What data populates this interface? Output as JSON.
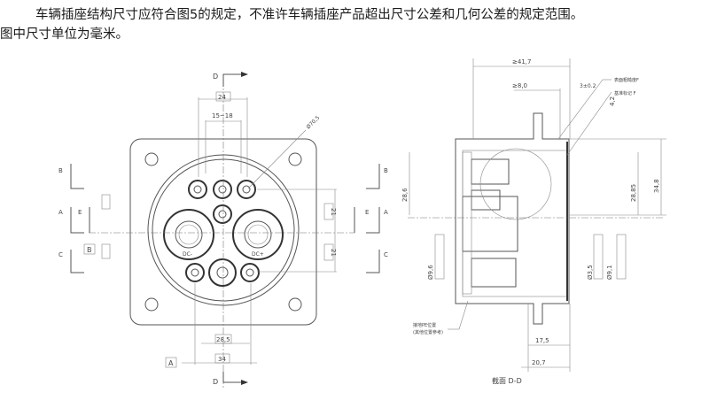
{
  "paragraph": {
    "line1": "车辆插座结构尺寸应符合图5的规定，不准许车辆插座产品超出尺寸公差和几何公差的规定范围。",
    "line2": "图中尺寸单位为毫米。"
  },
  "front_view": {
    "section_mark": "D",
    "section_arrows": [
      "A",
      "B",
      "C",
      "E"
    ],
    "dims": {
      "top_width": "24",
      "inner_width": "15~18",
      "diameter_callout": "Ø70,5",
      "bottom_inner": "28,5",
      "bottom_outer": "34",
      "right_upper": "21",
      "right_lower": "21"
    },
    "datum_a": "A",
    "datum_b": "B",
    "pin_labels": [
      "DC-",
      "DC+"
    ]
  },
  "section_view": {
    "title": "截面 D-D",
    "dims": {
      "overall_depth": "≥41,7",
      "depth_8": "≥8,0",
      "step_3": "3±0.2",
      "lip": "4,2",
      "h_28_6": "28,6",
      "h_28_85": "28,85",
      "h_34_8": "34,8",
      "dia_9_6": "Ø9,6",
      "dia_3_5": "Ø3,5",
      "dia_9_1": "Ø9,1",
      "depth_17_5": "17,5",
      "depth_20_7": "20,7"
    },
    "notes": [
      "表面粗糙度F",
      "基准标记 F",
      "接地PE位置",
      "(其他位置参考)"
    ],
    "surface_mark": "F"
  }
}
